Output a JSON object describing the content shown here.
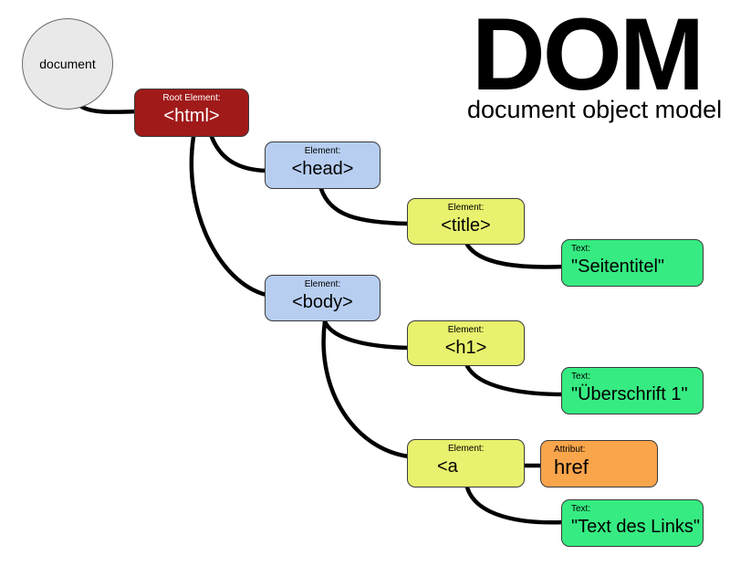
{
  "heading": {
    "title": "DOM",
    "subtitle": "document object model"
  },
  "document_node": {
    "label": "document"
  },
  "nodes": {
    "html": {
      "kind": "Root Element:",
      "tag": "<html>"
    },
    "head": {
      "kind": "Element:",
      "tag": "<head>"
    },
    "title": {
      "kind": "Element:",
      "tag": "<title>"
    },
    "title_text": {
      "kind": "Text:",
      "tag": "\"Seitentitel\""
    },
    "body": {
      "kind": "Element:",
      "tag": "<body>"
    },
    "h1": {
      "kind": "Element:",
      "tag": "<h1>"
    },
    "h1_text": {
      "kind": "Text:",
      "tag": "\"Überschrift 1\""
    },
    "a": {
      "kind": "Element:",
      "tag": "<a"
    },
    "attr": {
      "kind": "Attribut:",
      "tag": "href"
    },
    "a_text": {
      "kind": "Text:",
      "tag": "\"Text des Links\""
    }
  },
  "colors": {
    "root_element": "#a11a1a",
    "element_level_1": "#b7cef1",
    "element_level_2": "#e8f26e",
    "text_node": "#36ec82",
    "attribute_node": "#f9a54c",
    "document_node": "#e9e9e9",
    "connector": "#000000"
  }
}
